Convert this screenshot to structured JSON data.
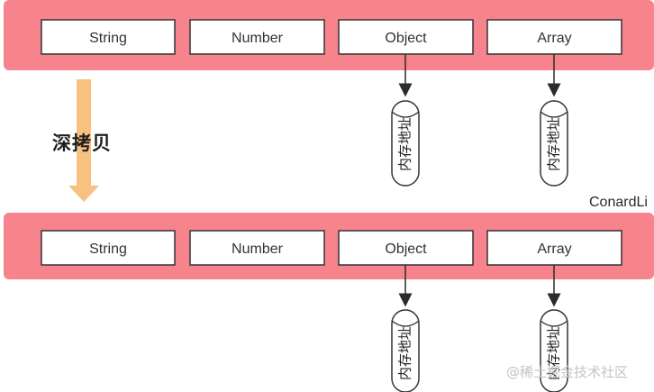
{
  "colors": {
    "band": "#f7848c",
    "box_fill": "#ffffff",
    "box_stroke": "#333333",
    "copy_arrow": "#f8c17f",
    "arrow": "#2b2b2b"
  },
  "top_row": {
    "types": [
      "String",
      "Number",
      "Object",
      "Array"
    ],
    "memory_labels": [
      "内存地址",
      "内存地址"
    ]
  },
  "bottom_row": {
    "types": [
      "String",
      "Number",
      "Object",
      "Array"
    ],
    "memory_labels": [
      "内存地址",
      "内存地址"
    ]
  },
  "copy_label": "深拷贝",
  "author": "ConardLi",
  "watermark": "@稀土掘金技术社区"
}
